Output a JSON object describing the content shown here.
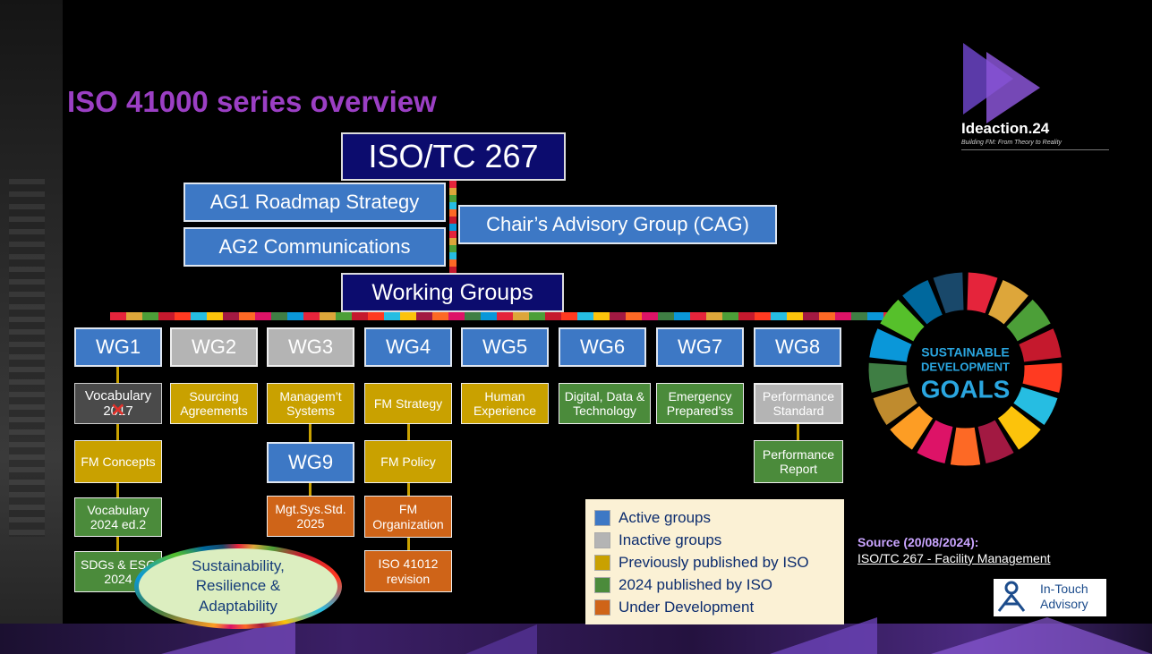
{
  "slide": {
    "title": "ISO 41000 series overview",
    "top_node": "ISO/TC 267",
    "advisory": {
      "ag1": "AG1 Roadmap Strategy",
      "ag2": "AG2 Communications",
      "cag": "Chair’s Advisory Group (CAG)"
    },
    "working_groups_label": "Working Groups",
    "groups": [
      {
        "id": "WG1",
        "status": "active"
      },
      {
        "id": "WG2",
        "status": "inactive"
      },
      {
        "id": "WG3",
        "status": "inactive"
      },
      {
        "id": "WG4",
        "status": "active"
      },
      {
        "id": "WG5",
        "status": "active"
      },
      {
        "id": "WG6",
        "status": "active"
      },
      {
        "id": "WG7",
        "status": "active"
      },
      {
        "id": "WG8",
        "status": "active"
      }
    ],
    "wg9": "WG9",
    "standards": {
      "wg1_vocab_a": "Vocabulary",
      "wg1_vocab_b": "2017",
      "wg1_concepts": "FM Concepts",
      "wg1_vocab2024": "Vocabulary 2024 ed.2",
      "wg1_sdgs": "SDGs & ESG 2024",
      "wg2_sourcing": "Sourcing Agreements",
      "wg3_mgmt": "Managem’t Systems",
      "wg3_mgtsys": "Mgt.Sys.Std. 2025",
      "wg4_strategy": "FM Strategy",
      "wg4_policy": "FM Policy",
      "wg4_org": "FM Organization",
      "wg4_41012": "ISO 41012 revision",
      "wg5_human": "Human Experience",
      "wg6_digital": "Digital, Data & Technology",
      "wg7_emergency": "Emergency Prepared’ss",
      "wg8_standard": "Performance Standard",
      "wg8_report": "Performance Report"
    },
    "ellipse_label": "Sustainability, Resilience & Adaptability",
    "legend": [
      {
        "label": "Active groups",
        "color": "#3d78c5"
      },
      {
        "label": "Inactive groups",
        "color": "#b4b4b4"
      },
      {
        "label": "Previously published by ISO",
        "color": "#c9a100"
      },
      {
        "label": "2024 published by ISO",
        "color": "#4b8b3b"
      },
      {
        "label": "Under Development",
        "color": "#cf6418"
      }
    ],
    "sdg_logo": {
      "line1": "SUSTAINABLE",
      "line2": "DEVELOPMENT",
      "line3": "GOALS"
    },
    "source": {
      "label": "Source (20/08/2024):",
      "link": "ISO/TC 267 - Facility Management"
    },
    "brand": {
      "name": "Ideaction.24",
      "tagline": "Building FM: From Theory to Reality"
    },
    "partner": {
      "line1": "In-Touch",
      "line2": "Advisory"
    },
    "colors": {
      "title": "#9b3fc4",
      "navy": "#0c0c6e",
      "active": "#3d78c5",
      "inactive": "#b4b4b4",
      "published": "#c9a100",
      "published_2024": "#4b8b3b",
      "development": "#cf6418"
    }
  }
}
